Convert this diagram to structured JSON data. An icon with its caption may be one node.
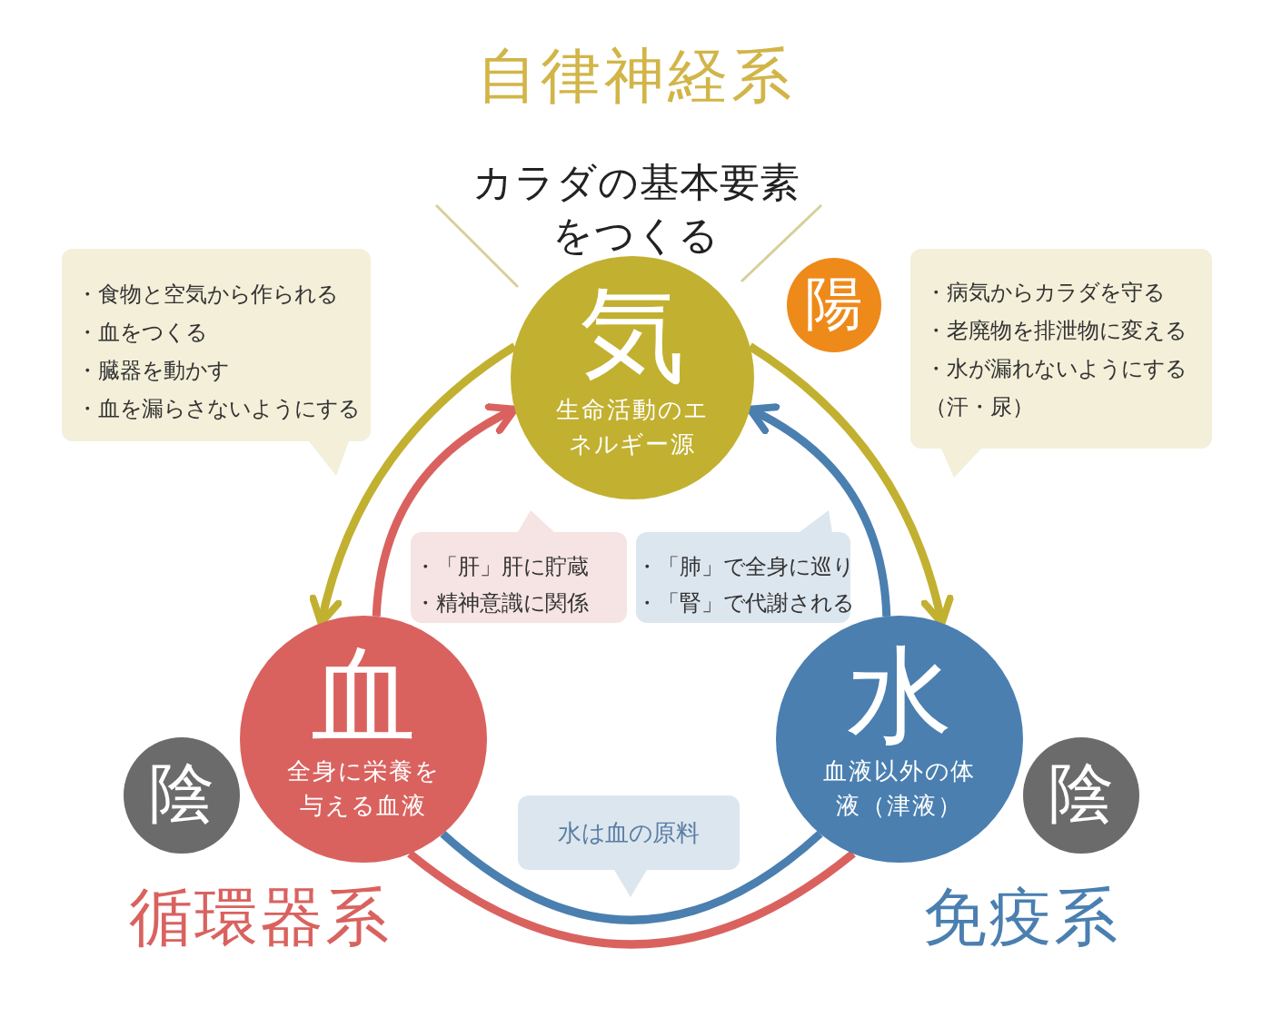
{
  "diagram": {
    "nodes": [
      {
        "text": [
          "気",
          "生命活動のエネルギー源"
        ]
      },
      {
        "text": [
          "血",
          "全身に栄養を与える血液"
        ]
      },
      {
        "text": [
          "水",
          "血液以外の体液（津液）"
        ]
      },
      {
        "text": [
          "陽"
        ]
      },
      {
        "text": [
          "陰"
        ]
      },
      {
        "text": [
          "陰"
        ]
      },
      {
        "text": [
          "・食物と空気から作られる",
          "・血をつくる",
          "・臓器を動かす",
          "・血を漏らさないようにする"
        ]
      },
      {
        "text": [
          "・病気からカラダを守る",
          "・老廃物を排泄物に変える",
          "・水が漏れないようにする",
          "（汗・尿）"
        ]
      },
      {
        "text": [
          "・「肝」肝に貯蔵",
          "・精神意識に関係"
        ]
      },
      {
        "text": [
          "・「肺」で全身に巡り",
          "・「腎」で代謝される"
        ]
      },
      {
        "text": [
          "水は血の原料"
        ]
      }
    ],
    "edges": [
      {
        "from": 0,
        "to": 1,
        "arrow": "to",
        "color": "#c2b030"
      },
      {
        "from": 1,
        "to": 0,
        "arrow": "to",
        "color": "#d9625f"
      },
      {
        "from": 0,
        "to": 2,
        "arrow": "to",
        "color": "#c2b030"
      },
      {
        "from": 2,
        "to": 0,
        "arrow": "to",
        "color": "#4a7fb0"
      },
      {
        "from": 1,
        "to": 2,
        "arrow": "none",
        "color": "#d9625f"
      },
      {
        "from": 1,
        "to": 2,
        "arrow": "none",
        "color": "#4a7fb0"
      }
    ],
    "labels": [
      "自律神経系",
      "カラダの基本要素をつくる",
      "循環器系",
      "免疫系"
    ]
  }
}
